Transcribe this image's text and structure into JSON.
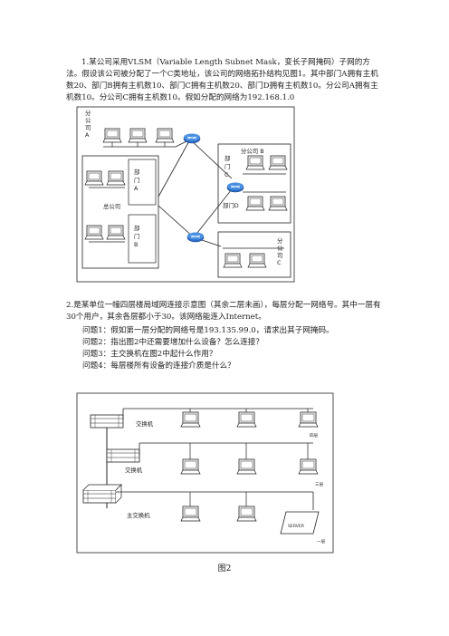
{
  "problem1": {
    "text": "1.某公司采用VLSM（Variable Length Subnet Mask，变长子网掩码）子网的方法。假设该公司被分配了一个C类地址，该公司的网络拓扑结构见图1。其中部门A拥有主机数20、部门B拥有主机数10、部门C拥有主机数20、部门D拥有主机数10。分公司A拥有主机数10。分公司C拥有主机数10。假如分配的网络为192.168.1.0"
  },
  "figure1": {
    "branch_a": [
      "分",
      "公",
      "司",
      "A"
    ],
    "branch_b": "分公司 B",
    "dept_a": [
      "部",
      "门",
      "A"
    ],
    "dept_b": [
      "部",
      "门",
      "B"
    ],
    "dept_c": [
      "部",
      "门",
      "C"
    ],
    "dept_d": "部门D",
    "hq": "总公司",
    "branch_c": [
      "分",
      "公",
      "司",
      "C"
    ]
  },
  "problem2": {
    "intro": "2.是某单位一幢四层楼局域网连接示意图（其余二层未画），每层分配一网络号。其中一层有30个用户，其余各层都小于30。该网络能连入Internet。",
    "questions": [
      "问题1：假如第一层分配的网络号是193.135.99.0，请求出其子网掩码。",
      "问题2：指出图2中还需要增加什么设备？怎么连接？",
      "问题3：主交换机在图2中起什么作用？",
      "问题4：每层楼所有设备的连接介质是什么？"
    ]
  },
  "figure2": {
    "switch_top": "交换机",
    "switch_mid": "交换机",
    "main_switch": "主交换机",
    "floor4": "四层",
    "floor3": "三层",
    "server": "SERVER",
    "floor1": "一层",
    "caption": "图2"
  }
}
